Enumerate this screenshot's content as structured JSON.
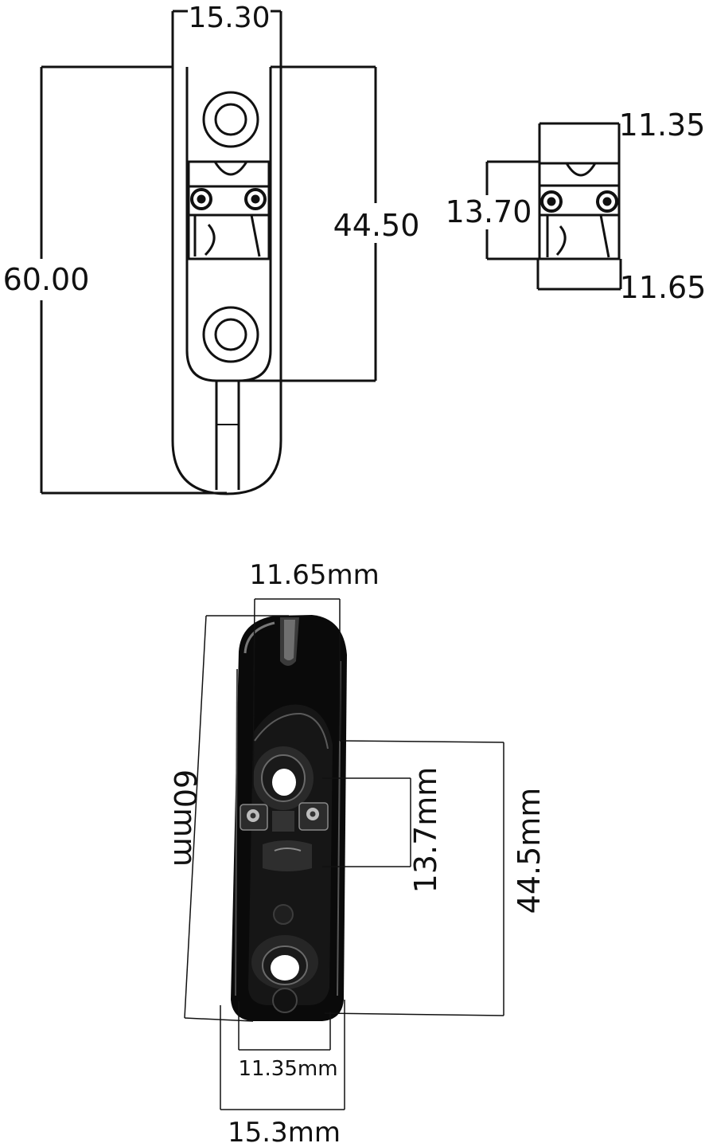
{
  "drawing": {
    "front_view": {
      "width_label": "15.30",
      "height_label": "60.00",
      "hole_spacing_label": "44.50"
    },
    "side_view": {
      "top_width_label": "11.35",
      "height_label": "13.70",
      "bottom_width_label": "11.65"
    }
  },
  "photo": {
    "top_width_label": "11.65mm",
    "height_label": "60mm",
    "inner_height_label": "13.7mm",
    "hole_spacing_label": "44.5mm",
    "inner_width_label": "11.35mm",
    "outer_width_label": "15.3mm"
  },
  "colors": {
    "line": "#111111",
    "part": "#0a0a0a",
    "highlight": "#6a6a6a"
  }
}
